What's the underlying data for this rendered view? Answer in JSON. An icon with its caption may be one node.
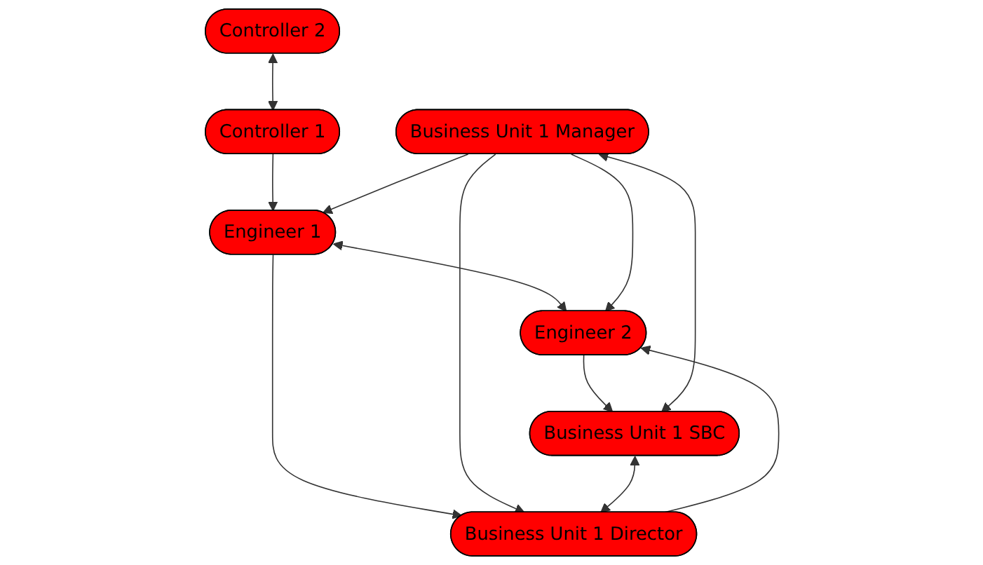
{
  "diagram": {
    "nodes": [
      {
        "text": [
          "Controller 2"
        ]
      },
      {
        "text": [
          "Controller 1"
        ]
      },
      {
        "text": [
          "Engineer 1"
        ]
      },
      {
        "text": [
          "Engineer 2"
        ]
      },
      {
        "text": [
          "Business Unit 1 Director"
        ]
      },
      {
        "text": [
          "Business Unit 1 Manager"
        ]
      },
      {
        "text": [
          "Business Unit 1 SBC"
        ]
      }
    ],
    "edges": [
      {
        "from": 0,
        "to": 1,
        "arrow": "both"
      },
      {
        "from": 1,
        "to": 2,
        "arrow": "to"
      },
      {
        "from": 2,
        "to": 3,
        "arrow": "both"
      },
      {
        "from": 2,
        "to": 4,
        "arrow": "to"
      },
      {
        "from": 5,
        "to": 2,
        "arrow": "to"
      },
      {
        "from": 5,
        "to": 3,
        "arrow": "to"
      },
      {
        "from": 5,
        "to": 4,
        "arrow": "to"
      },
      {
        "from": 4,
        "to": 3,
        "arrow": "to"
      },
      {
        "from": 3,
        "to": 6,
        "arrow": "to"
      },
      {
        "from": 6,
        "to": 4,
        "arrow": "both"
      },
      {
        "from": 5,
        "to": 6,
        "arrow": "both"
      }
    ]
  }
}
